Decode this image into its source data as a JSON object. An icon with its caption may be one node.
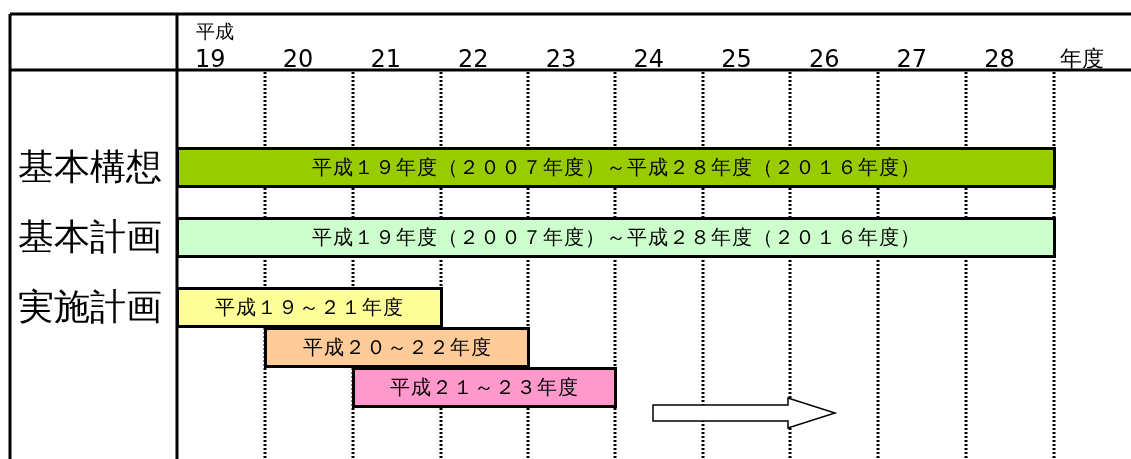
{
  "diagram": {
    "nodes": [
      {
        "text": [
          "平成１９年度（２００７年度）～平成２８年度（２０１６年度）"
        ]
      },
      {
        "text": [
          "平成１９年度（２００７年度）～平成２８年度（２０１６年度）"
        ]
      },
      {
        "text": [
          "平成１９～２１年度"
        ]
      },
      {
        "text": [
          "平成２０～２２年度"
        ]
      },
      {
        "text": [
          "平成２１～２３年度"
        ]
      }
    ],
    "labels": [
      "平成",
      "19",
      "20",
      "21",
      "22",
      "23",
      "24",
      "25",
      "26",
      "27",
      "28",
      "年度",
      "基本構想",
      "基本計画",
      "実施計画"
    ]
  }
}
